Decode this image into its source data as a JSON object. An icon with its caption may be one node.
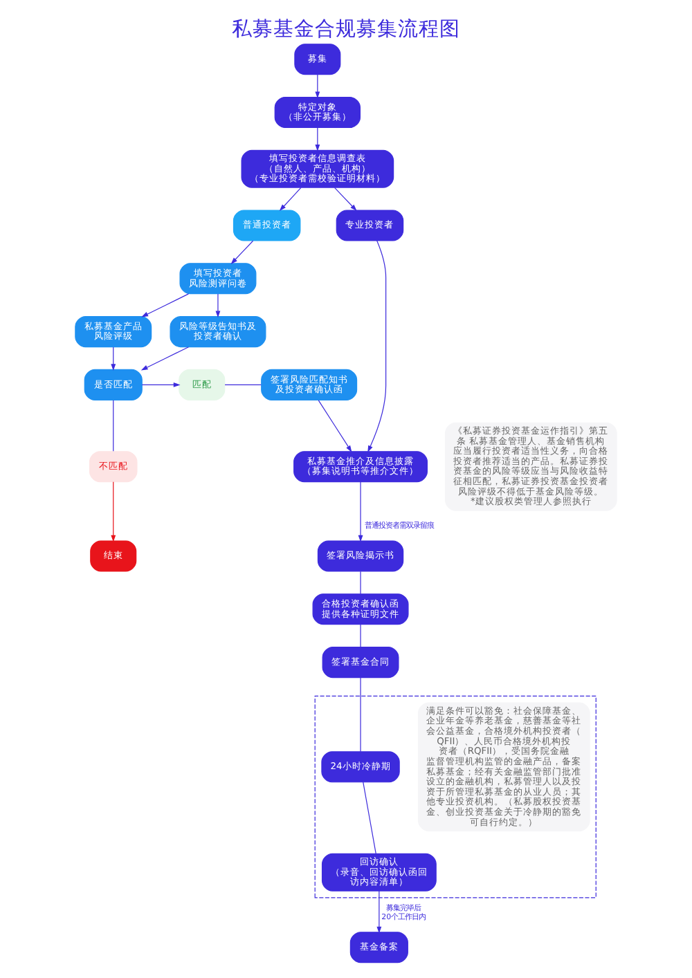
{
  "diagram": {
    "title": "私募基金合规募集流程图",
    "nodes": [
      {
        "text": [
          "募集"
        ]
      },
      {
        "text": [
          "特定对象",
          "（非公开募集）"
        ]
      },
      {
        "text": [
          "填写投资者信息调查表",
          "（自然人、产品、机构）",
          "（专业投资者需校验证明材料）"
        ]
      },
      {
        "text": [
          "普通投资者"
        ]
      },
      {
        "text": [
          "专业投资者"
        ]
      },
      {
        "text": [
          "私募基金推介及信息披露",
          "（募集说明书等推介文件）"
        ]
      },
      {
        "text": [
          "填写投资者风险测评问卷"
        ]
      },
      {
        "text": [
          "风险等级告知书及投资者确认"
        ]
      },
      {
        "text": [
          "私募基金产品风险评级"
        ]
      },
      {
        "text": [
          "是否匹配"
        ]
      },
      {
        "text": [
          "匹配"
        ]
      },
      {
        "text": [
          "签署风险匹配知书及投资者确认函"
        ]
      },
      {
        "text": [
          "不匹配"
        ]
      },
      {
        "text": [
          "《私募证券投资基金运作指引》第五条 私募基金管理人、基金销售机构应当履行投资者适当性义务，向合格投资者推荐适当的产品。私募证券投资基金的风险等级应当与风险收益特征相匹配，私募证券投资基金投资者风险评级不得低于基金风险等级。",
          "*建议股权类管理人参照执行"
        ]
      },
      {
        "text": [
          "结束"
        ]
      },
      {
        "text": [
          "签署风险揭示书"
        ]
      },
      {
        "text": [
          "合格投资者确认函提供各种证明文件"
        ]
      },
      {
        "text": [
          "签署基金合同"
        ]
      },
      {
        "text": [],
        "shape": "box"
      },
      {
        "text": [
          "满足条件可以豁免：社会保障基金、企业年金等养老基金，慈善基金等社会公益基金，合格境外机构投资者（QFII）、人民币合格境外机构投资者（RQFII），受国务院金融监督管理机构监管的金融产品，备案私募基金；经有关金融监管部门批准设立的金融机构，私募管理人以及投资于所管理私募基金的从业人员；其他专业投资机构。（私募股权投资基金、创业投资基金关于冷静期的豁免可自行约定。）"
        ],
        "in": 18
      },
      {
        "text": [
          "24小时冷静期"
        ],
        "in": 18
      },
      {
        "text": [
          "回访确认",
          "（录音、回访确认函回访内容清单）"
        ],
        "in": 18
      },
      {
        "text": [
          "基金备案"
        ]
      }
    ],
    "edges": [
      {
        "from": 0,
        "to": 1,
        "arrow": "to"
      },
      {
        "from": 1,
        "to": 2,
        "arrow": "to"
      },
      {
        "from": 2,
        "to": 3,
        "arrow": "to"
      },
      {
        "from": 2,
        "to": 4,
        "arrow": "to"
      },
      {
        "from": 4,
        "to": 5,
        "arrow": "to"
      },
      {
        "from": 3,
        "to": 6,
        "arrow": "to"
      },
      {
        "from": 6,
        "to": 7,
        "arrow": "to"
      },
      {
        "from": 6,
        "to": 8,
        "arrow": "to"
      },
      {
        "from": 7,
        "to": 9,
        "arrow": "to"
      },
      {
        "from": 8,
        "to": 9,
        "arrow": "to"
      },
      {
        "from": 9,
        "to": 10,
        "arrow": "to"
      },
      {
        "from": 10,
        "to": 11,
        "arrow": "none"
      },
      {
        "from": 11,
        "to": 5,
        "arrow": "to"
      },
      {
        "from": 9,
        "to": 12,
        "arrow": "none"
      },
      {
        "from": 12,
        "to": 14,
        "arrow": "to",
        "color": "#e8141b"
      },
      {
        "from": 5,
        "to": 15,
        "label": "普通投资者需双录留痕",
        "arrow": "to"
      },
      {
        "from": 15,
        "to": 16,
        "arrow": "none"
      },
      {
        "from": 16,
        "to": 17,
        "arrow": "none"
      },
      {
        "from": 17,
        "to": 20,
        "arrow": "none"
      },
      {
        "from": 20,
        "to": 21,
        "arrow": "none"
      },
      {
        "from": 21,
        "to": 22,
        "label": "募集完毕后20个工作日内",
        "arrow": "to"
      }
    ]
  }
}
